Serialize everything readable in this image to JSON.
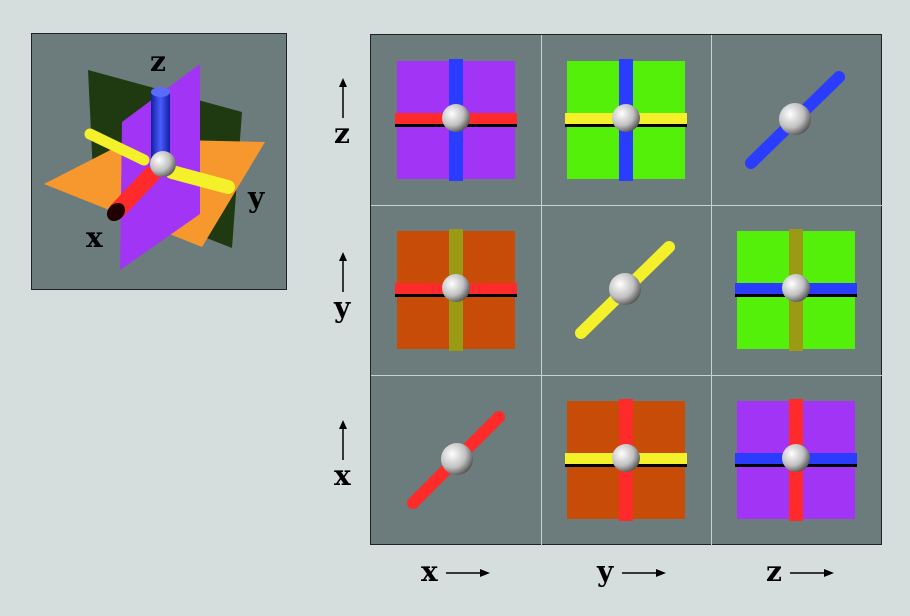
{
  "preview": {
    "axis_labels": {
      "x": "x",
      "y": "y",
      "z": "z"
    }
  },
  "grid": {
    "row_labels": [
      "z",
      "y",
      "x"
    ],
    "col_labels": [
      "x",
      "y",
      "z"
    ]
  },
  "colors": {
    "background": "#d6dedd",
    "panel": "#6c7b7b",
    "plane_xz": "#a235f5",
    "plane_yz": "#55f00a",
    "plane_xy": "#c74c08",
    "plane_xy_preview": "#f7982e",
    "plane_yz_preview": "#1f3a10",
    "rod_x": "#ff2a2a",
    "rod_y": "#f4f02a",
    "rod_z": "#2a3cff",
    "rod_y_dark": "#9a9a14"
  }
}
